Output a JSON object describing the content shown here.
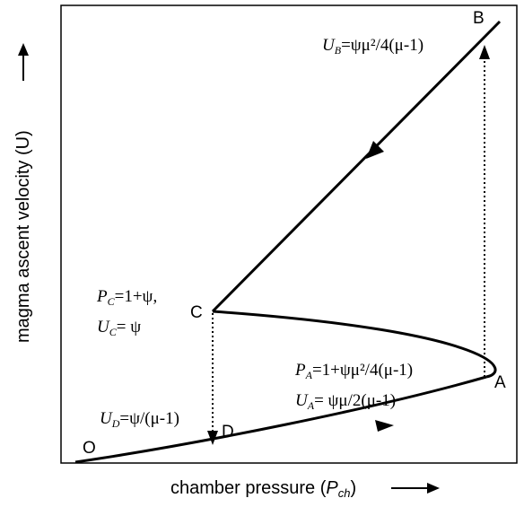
{
  "axes": {
    "xlabel_main": "chamber pressure (",
    "xlabel_var": "P",
    "xlabel_sub": "ch",
    "xlabel_close": ")",
    "ylabel": "magma ascent velocity (U)"
  },
  "points": {
    "O": "O",
    "A": "A",
    "B": "B",
    "C": "C",
    "D": "D"
  },
  "annotations": {
    "UB": {
      "var": "U",
      "sub": "B",
      "expr": "=ψμ²/4(μ-1)"
    },
    "PC": {
      "var": "P",
      "sub": "C",
      "expr": "=1+ψ,"
    },
    "UC": {
      "var": "U",
      "sub": "C",
      "expr": "= ψ"
    },
    "PA": {
      "var": "P",
      "sub": "A",
      "expr": "=1+ψμ²/4(μ-1)"
    },
    "UA": {
      "var": "U",
      "sub": "A",
      "expr": "= ψμ/2(μ-1)"
    },
    "UD": {
      "var": "U",
      "sub": "D",
      "expr": "=ψ/(μ-1)"
    }
  }
}
